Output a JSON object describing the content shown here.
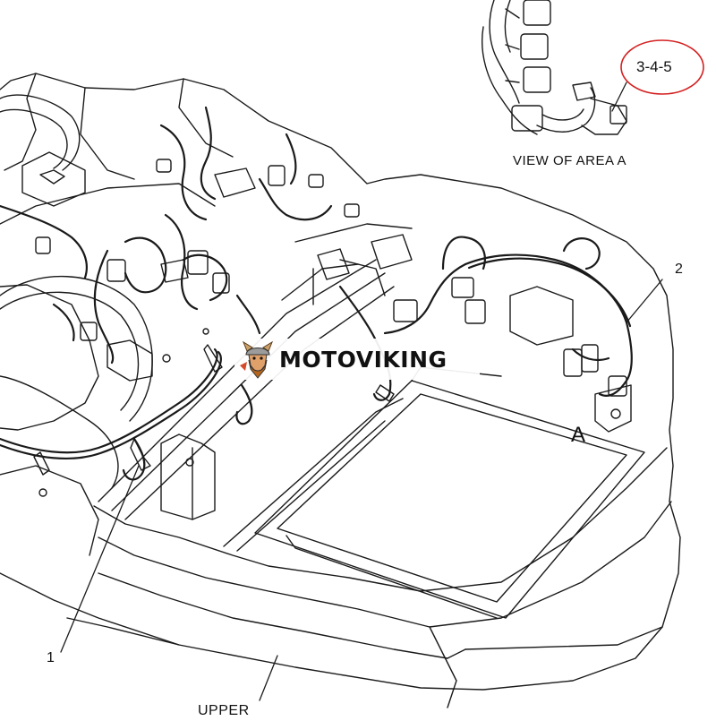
{
  "diagram": {
    "reference_number": "3-4-5",
    "view_caption": "VIEW OF AREA  A",
    "callouts": [
      {
        "id": "1",
        "text": "1"
      },
      {
        "id": "2",
        "text": "2"
      }
    ],
    "area_marker": "A",
    "section_label": "UPPER",
    "colors": {
      "line": "#1a1a1a",
      "background": "#ffffff",
      "reference_circle": "#d42020"
    }
  },
  "watermark": {
    "brand": "MOTOVIKING",
    "logo_icon": "viking-head-icon"
  }
}
